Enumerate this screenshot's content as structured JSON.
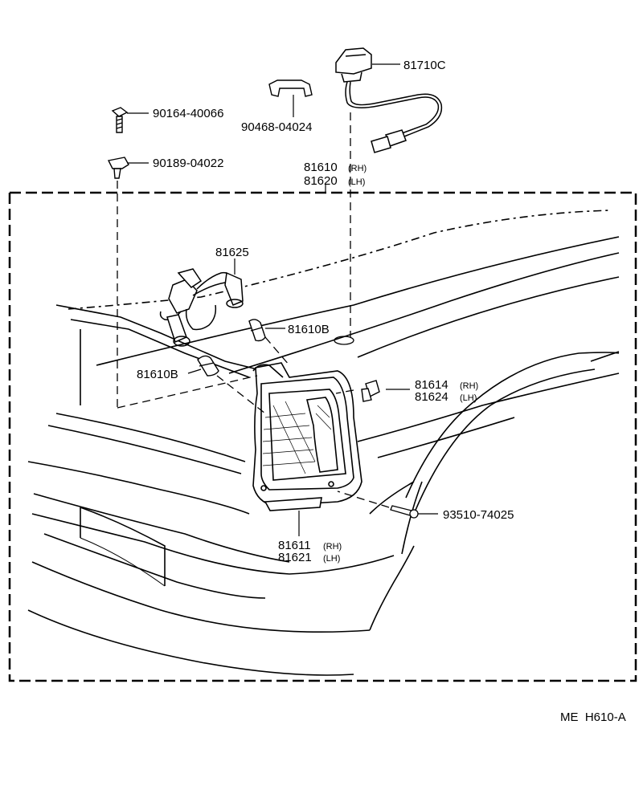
{
  "parts": [
    {
      "number": "81710C"
    },
    {
      "number": "90164-40066"
    },
    {
      "number": "90468-04024"
    },
    {
      "number": "90189-04022"
    },
    {
      "number": "81610",
      "side": "(RH)"
    },
    {
      "number": "81620",
      "side": "(LH)"
    },
    {
      "number": "81625"
    },
    {
      "number": "81610B"
    },
    {
      "number": "81610B"
    },
    {
      "number": "81614",
      "side": "(RH)"
    },
    {
      "number": "81624",
      "side": "(LH)"
    },
    {
      "number": "93510-74025"
    },
    {
      "number": "81611",
      "side": "(RH)"
    },
    {
      "number": "81621",
      "side": "(LH)"
    }
  ],
  "diagram_code": "ME  H610-A"
}
